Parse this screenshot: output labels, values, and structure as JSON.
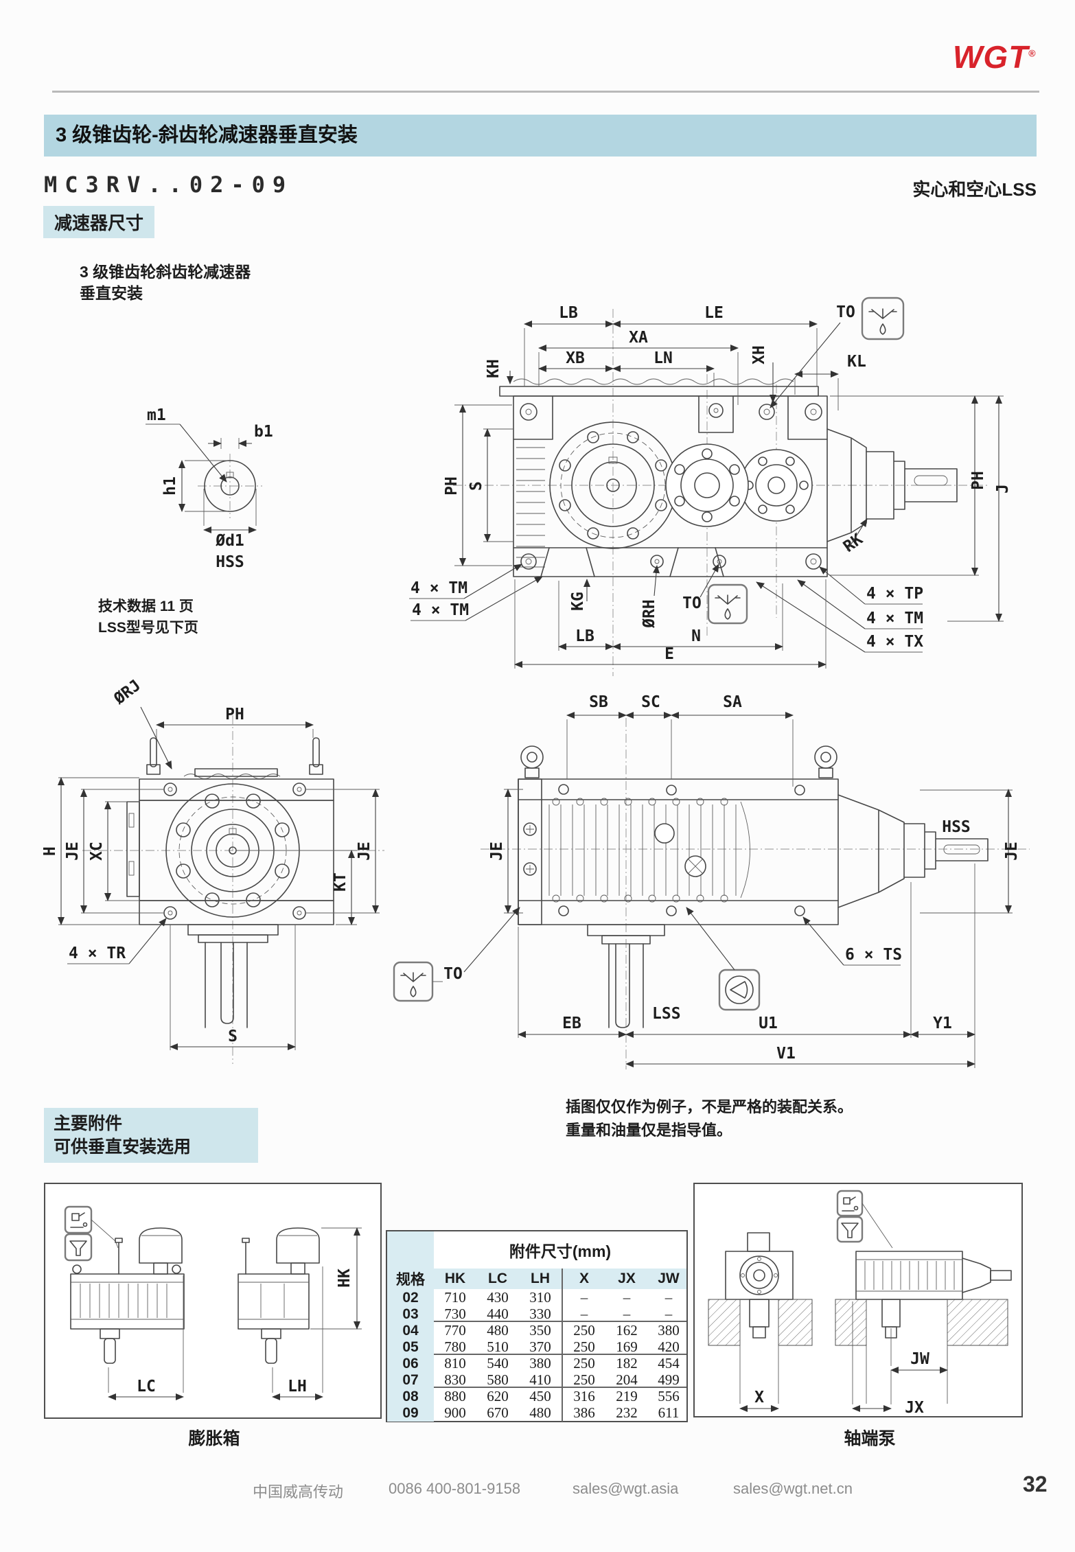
{
  "page": {
    "logo_text": "WGT",
    "logo_mark": "®",
    "title_bar": "3 级锥齿轮-斜齿轮减速器垂直安装",
    "model_code": "MC3RV..02-09",
    "shaft_note": "实心和空心LSS",
    "section_dims_label": "减速器尺寸",
    "drawing_caption_line1": "3 级锥齿轮斜齿轮减速器",
    "drawing_caption_line2": "垂直安装",
    "tech_note_line1": "技术数据 11 页",
    "tech_note_line2": "LSS型号见下页",
    "note_line1": "插图仅仅作为例子，不是严格的装配关系。",
    "note_line2": "重量和油量仅是指导值。",
    "accessories_label_line1": "主要附件",
    "accessories_label_line2": "可供垂直安装选用",
    "caption_tank_box": "膨胀箱",
    "caption_pump_box": "轴端泵",
    "footer": {
      "company": "中国威高传动",
      "phone": "0086 400-801-9158",
      "email1": "sales@wgt.asia",
      "email2": "sales@wgt.net.cn",
      "page_number": "32"
    }
  },
  "dims": {
    "top": {
      "lb": "LB",
      "le": "LE",
      "xa": "XA",
      "xb": "XB",
      "ln": "LN",
      "kh": "KH",
      "xh": "XH",
      "kl": "KL",
      "to": "TO",
      "ph_l": "PH",
      "s": "S",
      "ph_r": "PH",
      "j": "J",
      "rk": "RK",
      "tm_a": "4 × TM",
      "tm_b": "4 × TM",
      "kg": "KG",
      "rh": "ØRH",
      "to_b": "TO",
      "tp": "4 × TP",
      "tm_c": "4 × TM",
      "tx": "4 × TX",
      "lb_b": "LB",
      "n": "N",
      "e": "E"
    },
    "hss": {
      "m1": "m1",
      "b1": "b1",
      "h1": "h1",
      "d1": "Ød1",
      "hss": "HSS"
    },
    "front": {
      "rj": "ØRJ",
      "ph": "PH",
      "h": "H",
      "je_l": "JE",
      "xc": "XC",
      "kt": "KT",
      "je_r": "JE",
      "tr": "4 × TR",
      "s": "S"
    },
    "side": {
      "sb": "SB",
      "sc": "SC",
      "sa": "SA",
      "je_l": "JE",
      "je_r": "JE",
      "hss": "HSS",
      "ts": "6 × TS",
      "to": "TO",
      "lss": "LSS",
      "eb": "EB",
      "u1": "U1",
      "y1": "Y1",
      "v1": "V1"
    },
    "tank_box": {
      "lc": "LC",
      "lh": "LH",
      "hk": "HK"
    },
    "pump_box": {
      "x": "X",
      "jw": "JW",
      "jx": "JX"
    }
  },
  "accessory_table": {
    "title": "附件尺寸(mm)",
    "columns": [
      "规格",
      "HK",
      "LC",
      "LH",
      "X",
      "JX",
      "JW"
    ],
    "rows": [
      [
        "02",
        "710",
        "430",
        "310",
        "–",
        "–",
        "–"
      ],
      [
        "03",
        "730",
        "440",
        "330",
        "–",
        "–",
        "–"
      ],
      [
        "04",
        "770",
        "480",
        "350",
        "250",
        "162",
        "380"
      ],
      [
        "05",
        "780",
        "510",
        "370",
        "250",
        "169",
        "420"
      ],
      [
        "06",
        "810",
        "540",
        "380",
        "250",
        "182",
        "454"
      ],
      [
        "07",
        "830",
        "580",
        "410",
        "250",
        "204",
        "499"
      ],
      [
        "08",
        "880",
        "620",
        "450",
        "316",
        "219",
        "556"
      ],
      [
        "09",
        "900",
        "670",
        "480",
        "386",
        "232",
        "611"
      ]
    ],
    "group_breaks_after": [
      1,
      3,
      5
    ]
  },
  "colors": {
    "accent_red": "#d8232b",
    "header_band_blue": "#b3d6e1",
    "section_label_blue": "#cfe6ec",
    "table_blue": "#d9ecf2",
    "drawing_line": "#474747",
    "footer_gray": "#8c8c8c"
  }
}
